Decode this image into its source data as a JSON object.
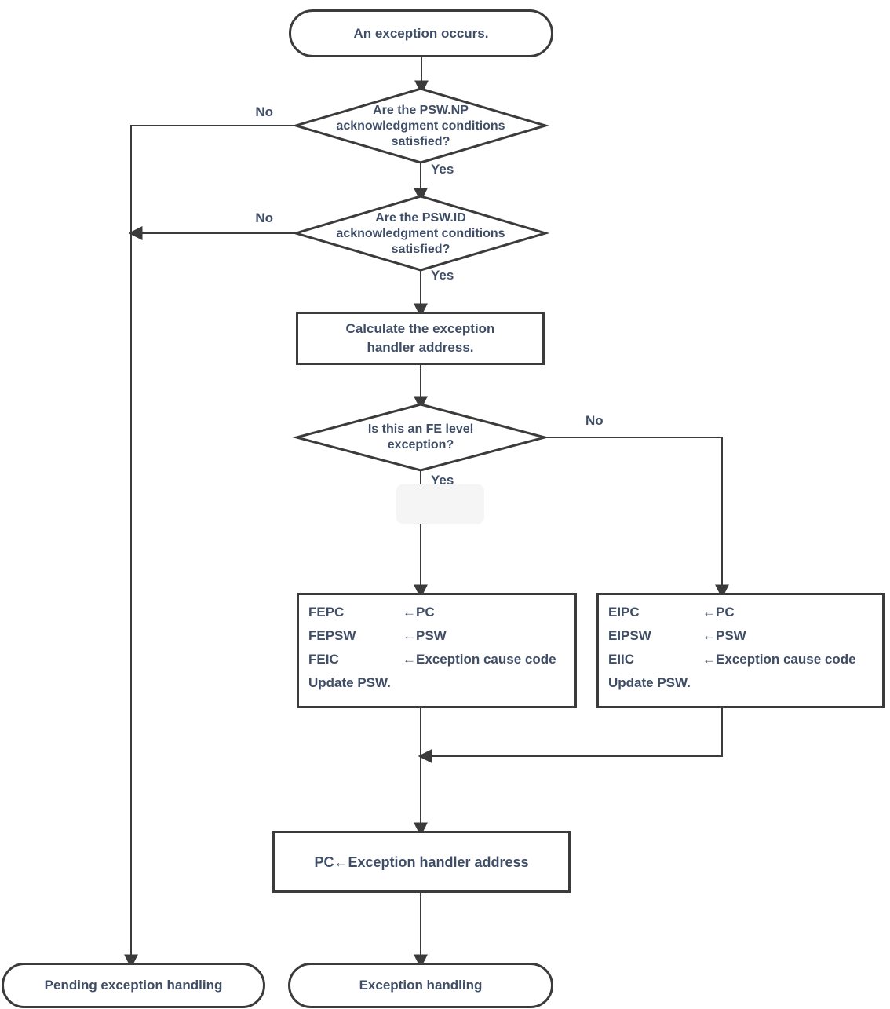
{
  "colors": {
    "text": "#3f4e66",
    "line": "#3b3b3b",
    "highlight": "#f5f5f5"
  },
  "flowchart": {
    "start": {
      "label": "An exception occurs."
    },
    "decision_psw_np": {
      "lines": [
        "Are the PSW.NP",
        "acknowledgment conditions",
        "satisfied?"
      ],
      "no_label": "No",
      "yes_label": "Yes"
    },
    "decision_psw_id": {
      "lines": [
        "Are the PSW.ID",
        "acknowledgment conditions",
        "satisfied?"
      ],
      "no_label": "No",
      "yes_label": "Yes"
    },
    "process_calculate": {
      "lines": [
        "Calculate the exception",
        "handler address."
      ]
    },
    "decision_fe_level": {
      "lines": [
        "Is this an FE level",
        "exception?"
      ],
      "no_label": "No",
      "yes_label": "Yes"
    },
    "process_fe": {
      "rows": [
        {
          "name": "FEPC",
          "value": "←PC"
        },
        {
          "name": "FEPSW",
          "value": "←PSW"
        },
        {
          "name": "FEIC",
          "value": "←Exception cause code"
        }
      ],
      "footer": "Update PSW."
    },
    "process_ei": {
      "rows": [
        {
          "name": "EIPC",
          "value": "←PC"
        },
        {
          "name": "EIPSW",
          "value": "←PSW"
        },
        {
          "name": "EIIC",
          "value": "←Exception cause code"
        }
      ],
      "footer": "Update PSW."
    },
    "process_pc": {
      "label": "PC←Exception handler address"
    },
    "end_pending": {
      "label": "Pending exception handling"
    },
    "end_exception": {
      "label": "Exception handling"
    }
  }
}
